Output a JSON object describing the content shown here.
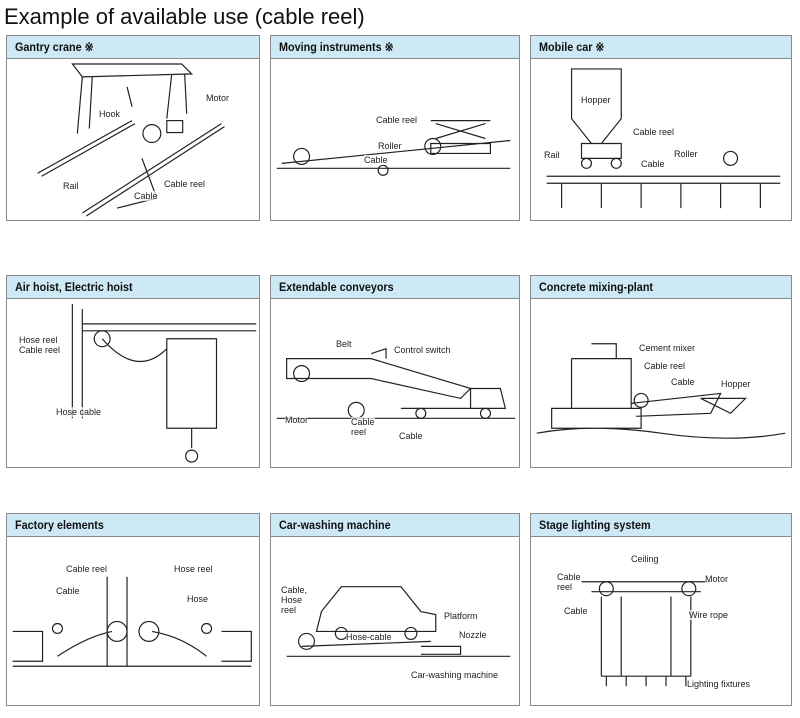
{
  "title": "Example of available use (cable reel)",
  "panels": [
    {
      "heading": "Gantry crane ※",
      "labels": [
        "Hook",
        "Motor",
        "Cable reel",
        "Rail",
        "Cable"
      ]
    },
    {
      "heading": "Moving instruments ※",
      "labels": [
        "Cable reel",
        "Roller",
        "Cable"
      ]
    },
    {
      "heading": "Mobile car ※",
      "labels": [
        "Hopper",
        "Cable reel",
        "Rail",
        "Cable",
        "Roller"
      ]
    },
    {
      "heading": "Air hoist, Electric hoist",
      "labels": [
        "Hose reel\nCable reel",
        "Hose cable"
      ]
    },
    {
      "heading": "Extendable conveyors",
      "labels": [
        "Belt",
        "Control switch",
        "Motor",
        "Cable\nreel",
        "Cable"
      ]
    },
    {
      "heading": "Concrete mixing-plant",
      "labels": [
        "Cement mixer",
        "Cable reel",
        "Cable",
        "Hopper"
      ]
    },
    {
      "heading": "Factory elements",
      "labels": [
        "Cable reel",
        "Hose reel",
        "Cable",
        "Hose"
      ]
    },
    {
      "heading": "Car-washing machine",
      "labels": [
        "Cable,\nHose\nreel",
        "Platform",
        "Nozzle",
        "Hose-cable",
        "Car-washing machine"
      ]
    },
    {
      "heading": "Stage lighting system",
      "labels": [
        "Ceiling",
        "Cable\nreel",
        "Motor",
        "Cable",
        "Wire rope",
        "Lighting fixtures"
      ]
    }
  ]
}
